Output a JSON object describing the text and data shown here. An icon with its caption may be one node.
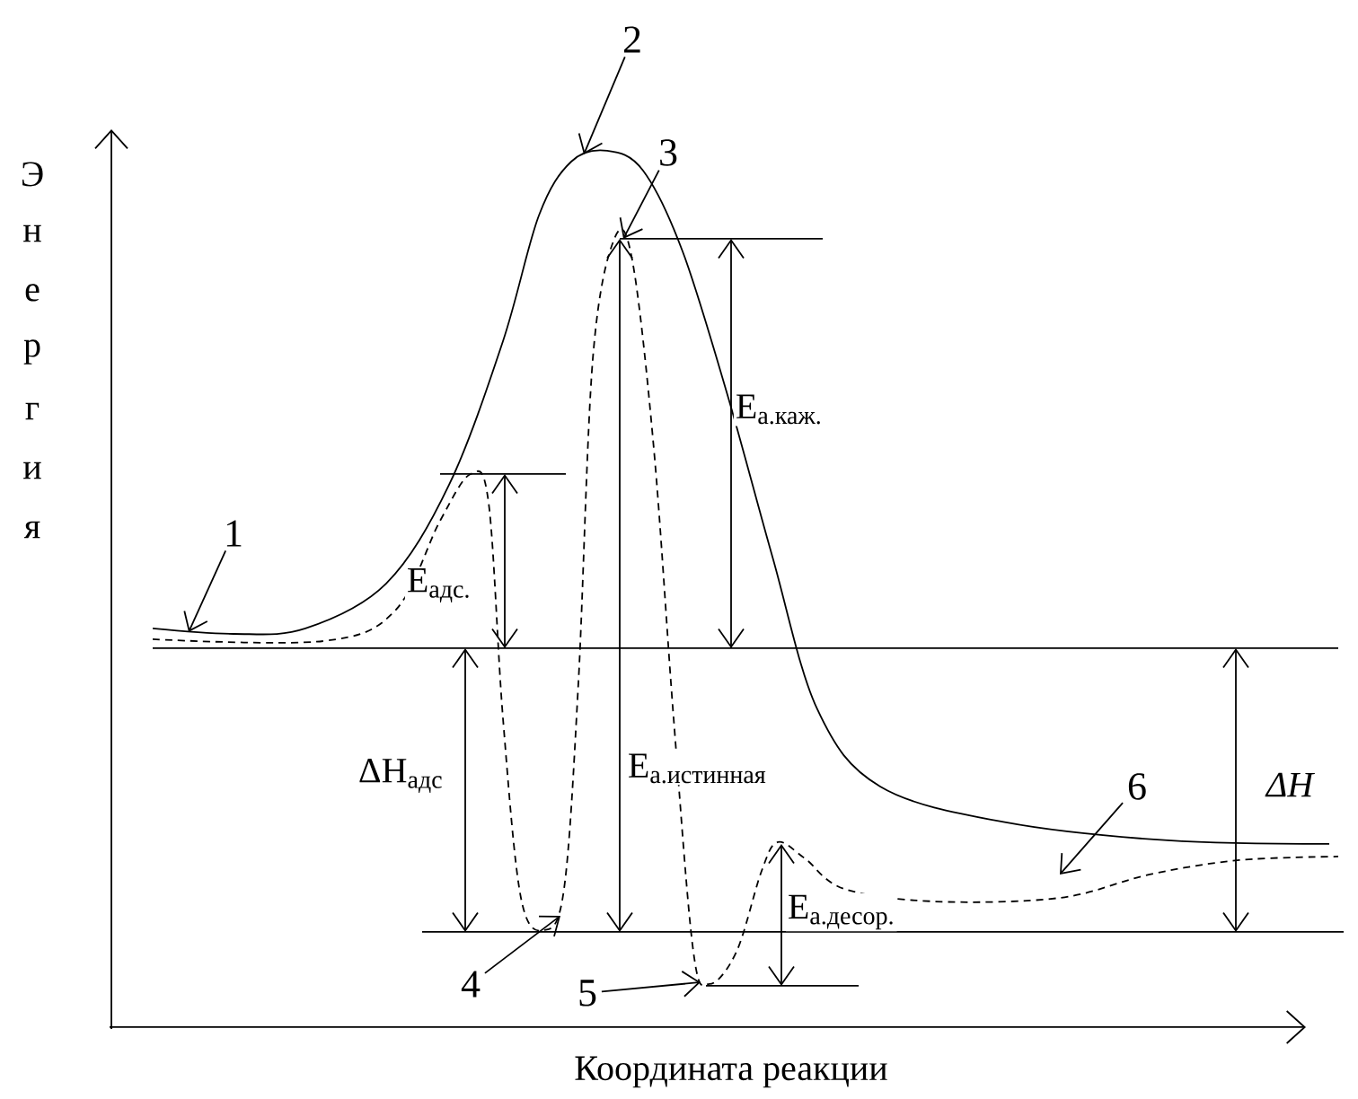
{
  "diagram": {
    "nodes": [
      {
        "text": [
          "1"
        ]
      },
      {
        "text": [
          "2"
        ]
      },
      {
        "text": [
          "3"
        ]
      },
      {
        "text": [
          "4"
        ]
      },
      {
        "text": [
          "5"
        ]
      },
      {
        "text": [
          "6"
        ]
      }
    ],
    "edges": [
      {
        "from": 0,
        "to": null,
        "arrow": "to"
      },
      {
        "from": 1,
        "to": null,
        "arrow": "to"
      },
      {
        "from": 2,
        "to": null,
        "arrow": "to"
      },
      {
        "from": 3,
        "to": null,
        "arrow": "to"
      },
      {
        "from": 4,
        "to": null,
        "arrow": "to"
      },
      {
        "from": 5,
        "to": null,
        "arrow": "to"
      }
    ],
    "labels": [
      "Э",
      "н",
      "е",
      "р",
      "г",
      "и",
      "я",
      "E$_{а.каж.}$",
      "E$_{адс.}$",
      "ΔH$_{адс}$",
      "\\mathrm{E}_{\\text{а.истинная}}",
      "ΔH",
      "E$_{а.десор.}$",
      "Координата реакции"
    ]
  }
}
